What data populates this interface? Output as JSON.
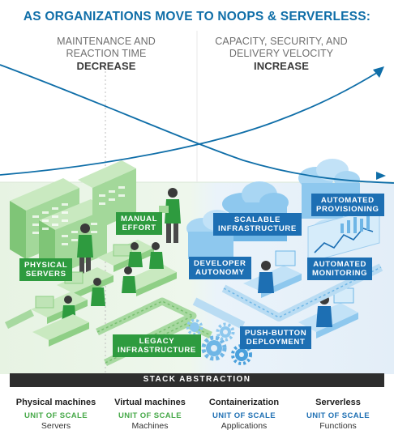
{
  "header": {
    "title": "AS ORGANIZATIONS MOVE TO NOOPS & SERVERLESS:",
    "left_line1": "MAINTENANCE AND",
    "left_line2": "REACTION TIME",
    "left_trend": "DECREASE",
    "right_line1": "CAPACITY, SECURITY, AND",
    "right_line2": "DELIVERY VELOCITY",
    "right_trend": "INCREASE"
  },
  "labels": {
    "physical_servers": [
      "PHYSICAL",
      "SERVERS"
    ],
    "manual_effort": [
      "MANUAL",
      "EFFORT"
    ],
    "legacy_infrastructure": [
      "LEGACY",
      "INFRASTRUCTURE"
    ],
    "scalable_infrastructure": [
      "SCALABLE",
      "INFRASTRUCTURE"
    ],
    "automated_provisioning": [
      "AUTOMATED",
      "PROVISIONING"
    ],
    "developer_autonomy": [
      "DEVELOPER",
      "AUTONOMY"
    ],
    "automated_monitoring": [
      "AUTOMATED",
      "MONITORING"
    ],
    "push_button_deployment": [
      "PUSH-BUTTON",
      "DEPLOYMENT"
    ]
  },
  "stack_bar": {
    "label": "STACK ABSTRACTION"
  },
  "categories": [
    {
      "title": "Physical machines",
      "unit": "UNIT OF SCALE",
      "value": "Servers"
    },
    {
      "title": "Virtual machines",
      "unit": "UNIT OF SCALE",
      "value": "Machines"
    },
    {
      "title": "Containerization",
      "unit": "UNIT OF SCALE",
      "value": "Applications"
    },
    {
      "title": "Serverless",
      "unit": "UNIT OF SCALE",
      "value": "Functions"
    }
  ],
  "colors": {
    "title_blue": "#0f6ea8",
    "green": "#2e9b3f",
    "blue": "#1d6fb3",
    "bar": "#2e2e2e"
  }
}
